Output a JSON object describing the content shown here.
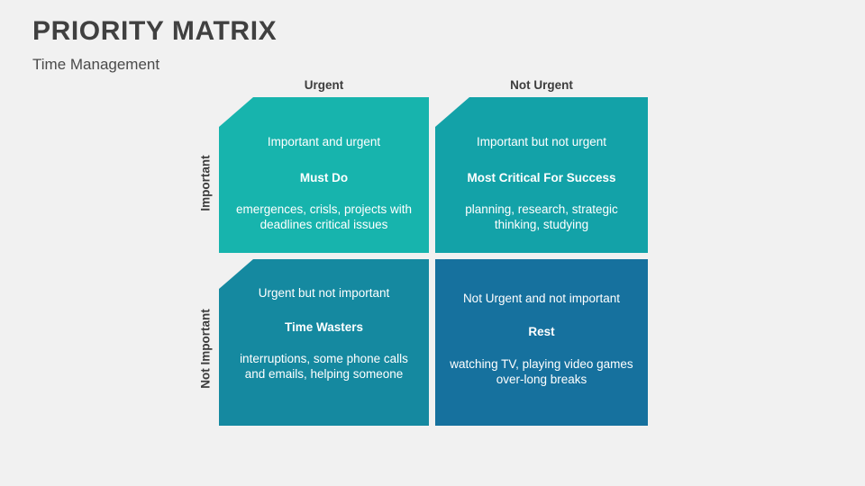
{
  "header": {
    "title": "PRIORITY MATRIX",
    "subtitle": "Time Management"
  },
  "colors": {
    "background": "#f1f1f1",
    "title_text": "#404040",
    "label_text": "#3d3d3d",
    "quadrant_text": "#ffffff",
    "quad_top_left": "#17b4ad",
    "quad_top_right": "#13a2a8",
    "quad_bottom_left": "#1589a0",
    "quad_bottom_right": "#16719e"
  },
  "axes": {
    "columns": [
      {
        "label": "Urgent"
      },
      {
        "label": "Not Urgent"
      }
    ],
    "rows": [
      {
        "label": "Important"
      },
      {
        "label": "Not Important"
      }
    ]
  },
  "quadrants": [
    {
      "id": "important-urgent",
      "heading": "Important and urgent",
      "action": "Must Do",
      "description": "emergences, crisls, projects with deadlines critical issues"
    },
    {
      "id": "important-not-urgent",
      "heading": "Important but not urgent",
      "action": "Most Critical For Success",
      "description": "planning, research, strategic thinking, studying"
    },
    {
      "id": "not-important-urgent",
      "heading": "Urgent but not important",
      "action": "Time Wasters",
      "description": "interruptions, some phone calls and emails, helping someone"
    },
    {
      "id": "not-important-not-urgent",
      "heading": "Not Urgent and not important",
      "action": "Rest",
      "description": "watching TV, playing video games over-long breaks"
    }
  ]
}
